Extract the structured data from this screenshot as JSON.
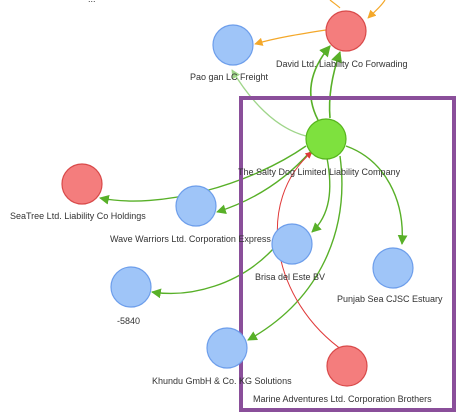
{
  "colors": {
    "blue_fill": "#9fc5f8",
    "blue_stroke": "#6d9eeb",
    "green_fill": "#7ee13e",
    "green_stroke": "#57b51d",
    "red_fill": "#f47d7d",
    "red_stroke": "#d94a4a",
    "selection": "#8a4f9a",
    "edge_green": "#58b028",
    "edge_light": "#9fd58a",
    "edge_orange": "#f4a82a",
    "edge_red": "#e03a3a"
  },
  "nodes": [
    {
      "id": "top",
      "label": "...",
      "group": "none"
    },
    {
      "id": "david",
      "label": "David Ltd. Liability Co Forwading",
      "group": "red"
    },
    {
      "id": "paogan",
      "label": "Pao gan LC Freight",
      "group": "blue"
    },
    {
      "id": "salty",
      "label": "The Salty Dog Limited Liability Company",
      "group": "green"
    },
    {
      "id": "seatree",
      "label": "SeaTree Ltd. Liability Co Holdings",
      "group": "red"
    },
    {
      "id": "wave",
      "label": "Wave Warriors Ltd. Corporation Express",
      "group": "blue"
    },
    {
      "id": "brisa",
      "label": "Brisa del Este BV",
      "group": "blue"
    },
    {
      "id": "punjab",
      "label": "Punjab Sea  CJSC Estuary",
      "group": "blue"
    },
    {
      "id": "n5840",
      "label": "-5840",
      "group": "blue"
    },
    {
      "id": "khundu",
      "label": "Khundu GmbH & Co. KG Solutions",
      "group": "blue"
    },
    {
      "id": "marine",
      "label": "Marine Adventures Ltd. Corporation Brothers",
      "group": "red"
    }
  ],
  "edges": [
    {
      "from": "top",
      "to": "david",
      "color": "orange"
    },
    {
      "from": "david",
      "to": "paogan",
      "color": "orange"
    },
    {
      "from": "salty",
      "to": "david",
      "color": "green"
    },
    {
      "from": "salty",
      "to": "david",
      "color": "green"
    },
    {
      "from": "salty",
      "to": "paogan",
      "color": "light"
    },
    {
      "from": "salty",
      "to": "seatree",
      "color": "green"
    },
    {
      "from": "salty",
      "to": "wave",
      "color": "green"
    },
    {
      "from": "salty",
      "to": "brisa",
      "color": "green"
    },
    {
      "from": "salty",
      "to": "punjab",
      "color": "green"
    },
    {
      "from": "salty",
      "to": "khundu",
      "color": "green"
    },
    {
      "from": "brisa",
      "to": "n5840",
      "color": "green"
    },
    {
      "from": "marine",
      "to": "salty",
      "color": "red"
    }
  ]
}
